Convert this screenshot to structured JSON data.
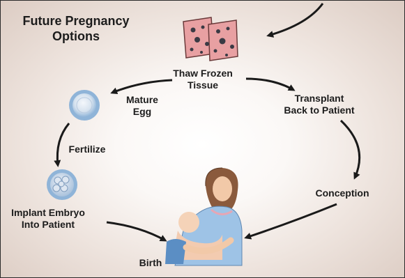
{
  "title": "Future Pregnancy\nOptions",
  "steps": {
    "thaw": "Thaw Frozen\nTissue",
    "transplant": "Transplant\nBack to Patient",
    "conception": "Conception",
    "birth": "Birth",
    "implant": "Implant Embryo\nInto Patient",
    "fertilize": "Fertilize",
    "mature_egg": "Mature\nEgg"
  },
  "colors": {
    "tissue": "#e8a0a2",
    "tissue_spots": "#3a3a44",
    "cell": "#8fb4d8",
    "arrow": "#1a1a1a",
    "dress": "#9ec3e6"
  },
  "icons": [
    "tissue-samples-icon",
    "egg-cell-icon",
    "embryo-icon",
    "mother-and-baby-illustration"
  ]
}
